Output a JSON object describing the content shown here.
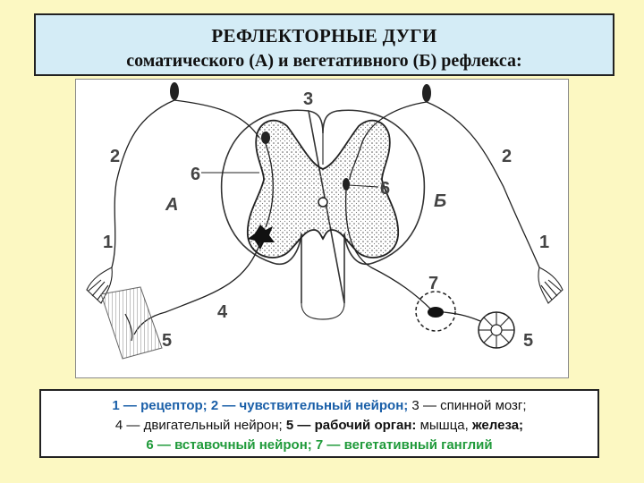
{
  "title": {
    "line1": "РЕФЛЕКТОРНЫЕ ДУГИ",
    "line2": "соматического (А) и вегетативного (Б) рефлекса:"
  },
  "diagram": {
    "labels": {
      "n1_left": "1",
      "n2_left": "2",
      "n3": "3",
      "n4": "4",
      "n5_left": "5",
      "n6_left": "6",
      "arc_a": "А",
      "n6_right": "6",
      "arc_b": "Б",
      "n2_right": "2",
      "n1_right": "1",
      "n7": "7",
      "n5_right": "5"
    }
  },
  "legend": {
    "l1_a": "1 — рецептор; 2 — чувствительный нейрон;",
    "l1_b": " 3 — спинной мозг;",
    "l2_a": "4 — двигательный нейрон; ",
    "l2_b": "5 — рабочий орган:",
    "l2_c": " мышца, ",
    "l2_d": "железа;",
    "l3": "6 — вставочный нейрон; 7 — вегетативный ганглий"
  },
  "colors": {
    "background": "#fcf8c2",
    "title_box": "#d4ecf6",
    "legend_blue": "#1a5fa8",
    "legend_green": "#1f9a3a"
  }
}
